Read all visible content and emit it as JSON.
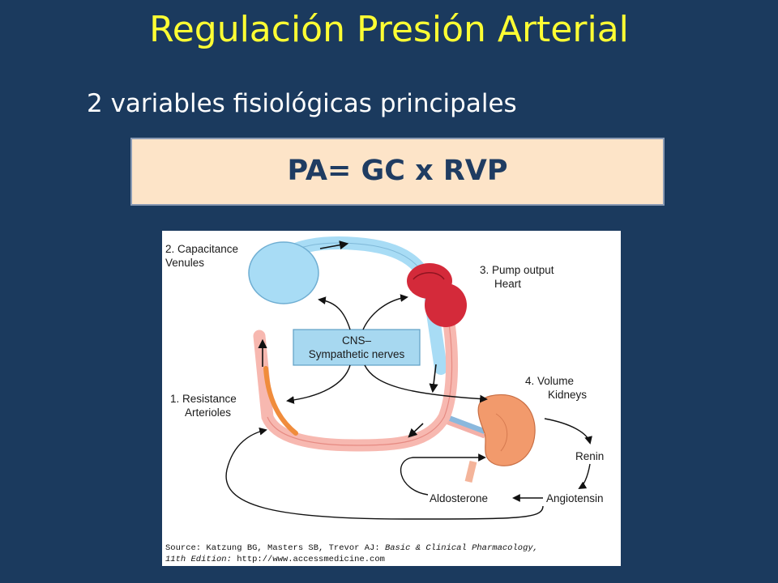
{
  "slide": {
    "title": "Regulación Presión Arterial",
    "subtitle": "2 variables fisiológicas principales",
    "formula": "PA= GC x  RVP"
  },
  "diagram": {
    "capacitance": {
      "line1": "2. Capacitance",
      "line2": "Venules"
    },
    "pump": {
      "line1": "3. Pump output",
      "line2": "Heart"
    },
    "cns": {
      "line1": "CNS–",
      "line2": "Sympathetic nerves"
    },
    "volume": {
      "line1": "4. Volume",
      "line2": "Kidneys"
    },
    "resistance": {
      "line1": "1. Resistance",
      "line2": "Arterioles"
    },
    "renin": "Renin",
    "aldosterone": "Aldosterone",
    "angiotensin": "Angiotensin",
    "source": {
      "line1_prefix": "Source: Katzung BG, Masters SB, Trevor AJ: ",
      "line1_italic": "Basic & Clinical Pharmacology,",
      "line2_italic": "11th Edition:",
      "line2_url": " http://www.accessmedicine.com"
    }
  },
  "colors": {
    "background": "#1b3a5e",
    "title": "#ffff33",
    "formula_box": "#fde4c8",
    "formula_text": "#1f3c62",
    "venules": "#a8dcf5",
    "heart": "#d42a3a",
    "arteries": "#f7b8b0",
    "arterioles": "#f08c3c",
    "kidney": "#f29a6c",
    "cns_box": "#a7d8f0"
  }
}
